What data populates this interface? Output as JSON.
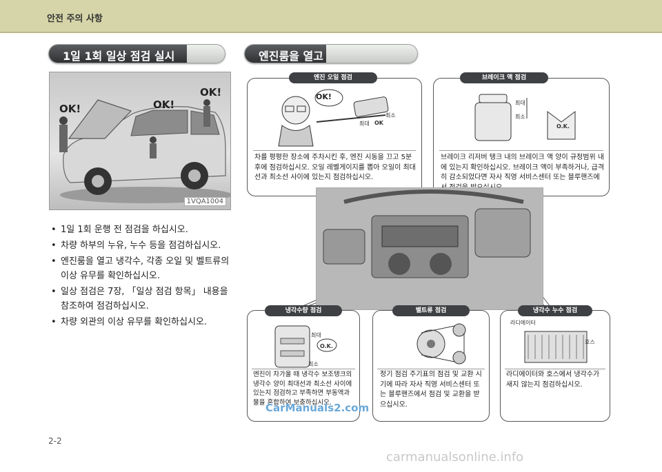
{
  "header": {
    "section_title": "안전 주의 사항"
  },
  "left": {
    "heading": "1일 1회 일상 점검 실시",
    "photo_code": "1VQA1004",
    "ok_labels": [
      "OK!",
      "OK!",
      "OK!"
    ],
    "bullets": [
      "1일 1회 운행 전 점검을 하십시오.",
      "차량 하부의 누유, 누수 등을 점검하십시오.",
      "엔진룸을 열고 냉각수, 각종 오일 및 벨트류의 이상 유무를 확인하십시오.",
      "일상 점검은 7장, 「일상 점검 항목」 내용을 참조하여 점검하십시오.",
      "차량 외관의 이상 유무를 확인하십시오."
    ]
  },
  "right": {
    "heading": "엔진룸을 열고",
    "engine_oil": {
      "tag": "엔진 오일 점검",
      "bubble": "OK!",
      "max": "최대",
      "min": "최소",
      "ok": "OK",
      "text": "차를 평평한 장소에 주차시킨 후, 엔진 시동을 끄고 5분 후에 점검하십시오. 오일 레벨게이지를 뽑아 오일이 최대선과 최소선 사이에 있는지 점검하십시오."
    },
    "brake_fluid": {
      "tag": "브레이크 액 점검",
      "max": "최대",
      "min": "최소",
      "ok": "O.K.",
      "text": "브레이크 리저버 탱크 내의 브레이크 액 양이 규정범위 내에 있는지 확인하십시오. 브레이크 액이 부족하거나, 급격히 감소되었다면 자사 직영 서비스센터 또는 블루핸즈에서 점검을 받으십시오."
    },
    "coolant": {
      "tag": "냉각수량 점검",
      "max": "최대",
      "min": "최소",
      "ok": "O.K.",
      "text": "엔진이 차가울 때 냉각수 보조탱크의 냉각수 양이 최대선과 최소선 사이에 있는지 점검하고 부족하면 부동액과 물을 혼합하여 보충하십시오."
    },
    "belt": {
      "tag": "벨트류 점검",
      "text": "정기 점검 주기표의 점검 및 교환 시기에 따라 자사 직영 서비스센터 또는 블루핸즈에서 점검 및 교환을 받으십시오."
    },
    "coolant_leak": {
      "tag": "냉각수 누수 점검",
      "radiator": "라디에이터",
      "hose": "호스",
      "text": "라디에이터와 호스에서 냉각수가 새지 않는지 점검하십시오."
    }
  },
  "footer": {
    "page_number": "2-2",
    "watermark": "CarManuals2.com",
    "site": "carmanualsonline.info"
  }
}
